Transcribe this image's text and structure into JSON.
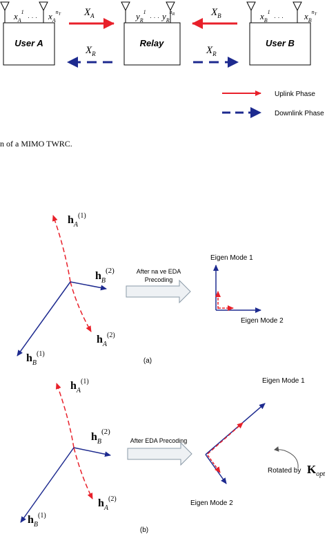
{
  "top": {
    "user_a": "User A",
    "relay": "Relay",
    "user_b": "User B",
    "antenna_user_a": {
      "base": "x",
      "sub": "A",
      "sup_first": "1",
      "dots": "· · ·",
      "sup_last": "n",
      "sup_last_sub": "T"
    },
    "antenna_relay": {
      "base": "y",
      "sub": "R",
      "sup_first": "1",
      "dots": "· · ·",
      "sup_last": "n",
      "sup_last_sub": "R"
    },
    "antenna_user_b": {
      "base": "x",
      "sub": "B",
      "sup_first": "1",
      "dots": "· · ·",
      "sup_last": "n",
      "sup_last_sub": "T"
    },
    "signal_xa": {
      "base": "X",
      "sub": "A"
    },
    "signal_xb": {
      "base": "X",
      "sub": "B"
    },
    "signal_xr_left": {
      "base": "X",
      "sub": "R"
    },
    "signal_xr_right": {
      "base": "X",
      "sub": "R"
    },
    "legend": {
      "uplink": "Uplink Phase",
      "downlink": "Downlink Phase"
    },
    "caption_fragment": "n of a MIMO TWRC.",
    "colors": {
      "uplink": "#e8202a",
      "downlink": "#1d2a8f"
    }
  },
  "panel_a": {
    "h_a1": {
      "base": "h",
      "sub": "A",
      "sup": "(1)"
    },
    "h_b2": {
      "base": "h",
      "sub": "B",
      "sup": "(2)"
    },
    "h_a2": {
      "base": "h",
      "sub": "A",
      "sup": "(2)"
    },
    "h_b1": {
      "base": "h",
      "sub": "B",
      "sup": "(1)"
    },
    "arrow_text_1": "After na ve EDA",
    "arrow_text_2": "Precoding",
    "eigen_mode_1": "Eigen Mode 1",
    "eigen_mode_2": "Eigen Mode 2",
    "label": "(a)"
  },
  "panel_b": {
    "h_a1": {
      "base": "h",
      "sub": "A",
      "sup": "(1)"
    },
    "h_b2": {
      "base": "h",
      "sub": "B",
      "sup": "(2)"
    },
    "h_a2": {
      "base": "h",
      "sub": "A",
      "sup": "(2)"
    },
    "h_b1": {
      "base": "h",
      "sub": "B",
      "sup": "(1)"
    },
    "arrow_text": "After EDA Precoding",
    "eigen_mode_1": "Eigen Mode 1",
    "eigen_mode_2": "Eigen Mode 2",
    "rotated_by": "Rotated by",
    "k_base": "K",
    "k_sub": "opt",
    "label": "(b)"
  }
}
